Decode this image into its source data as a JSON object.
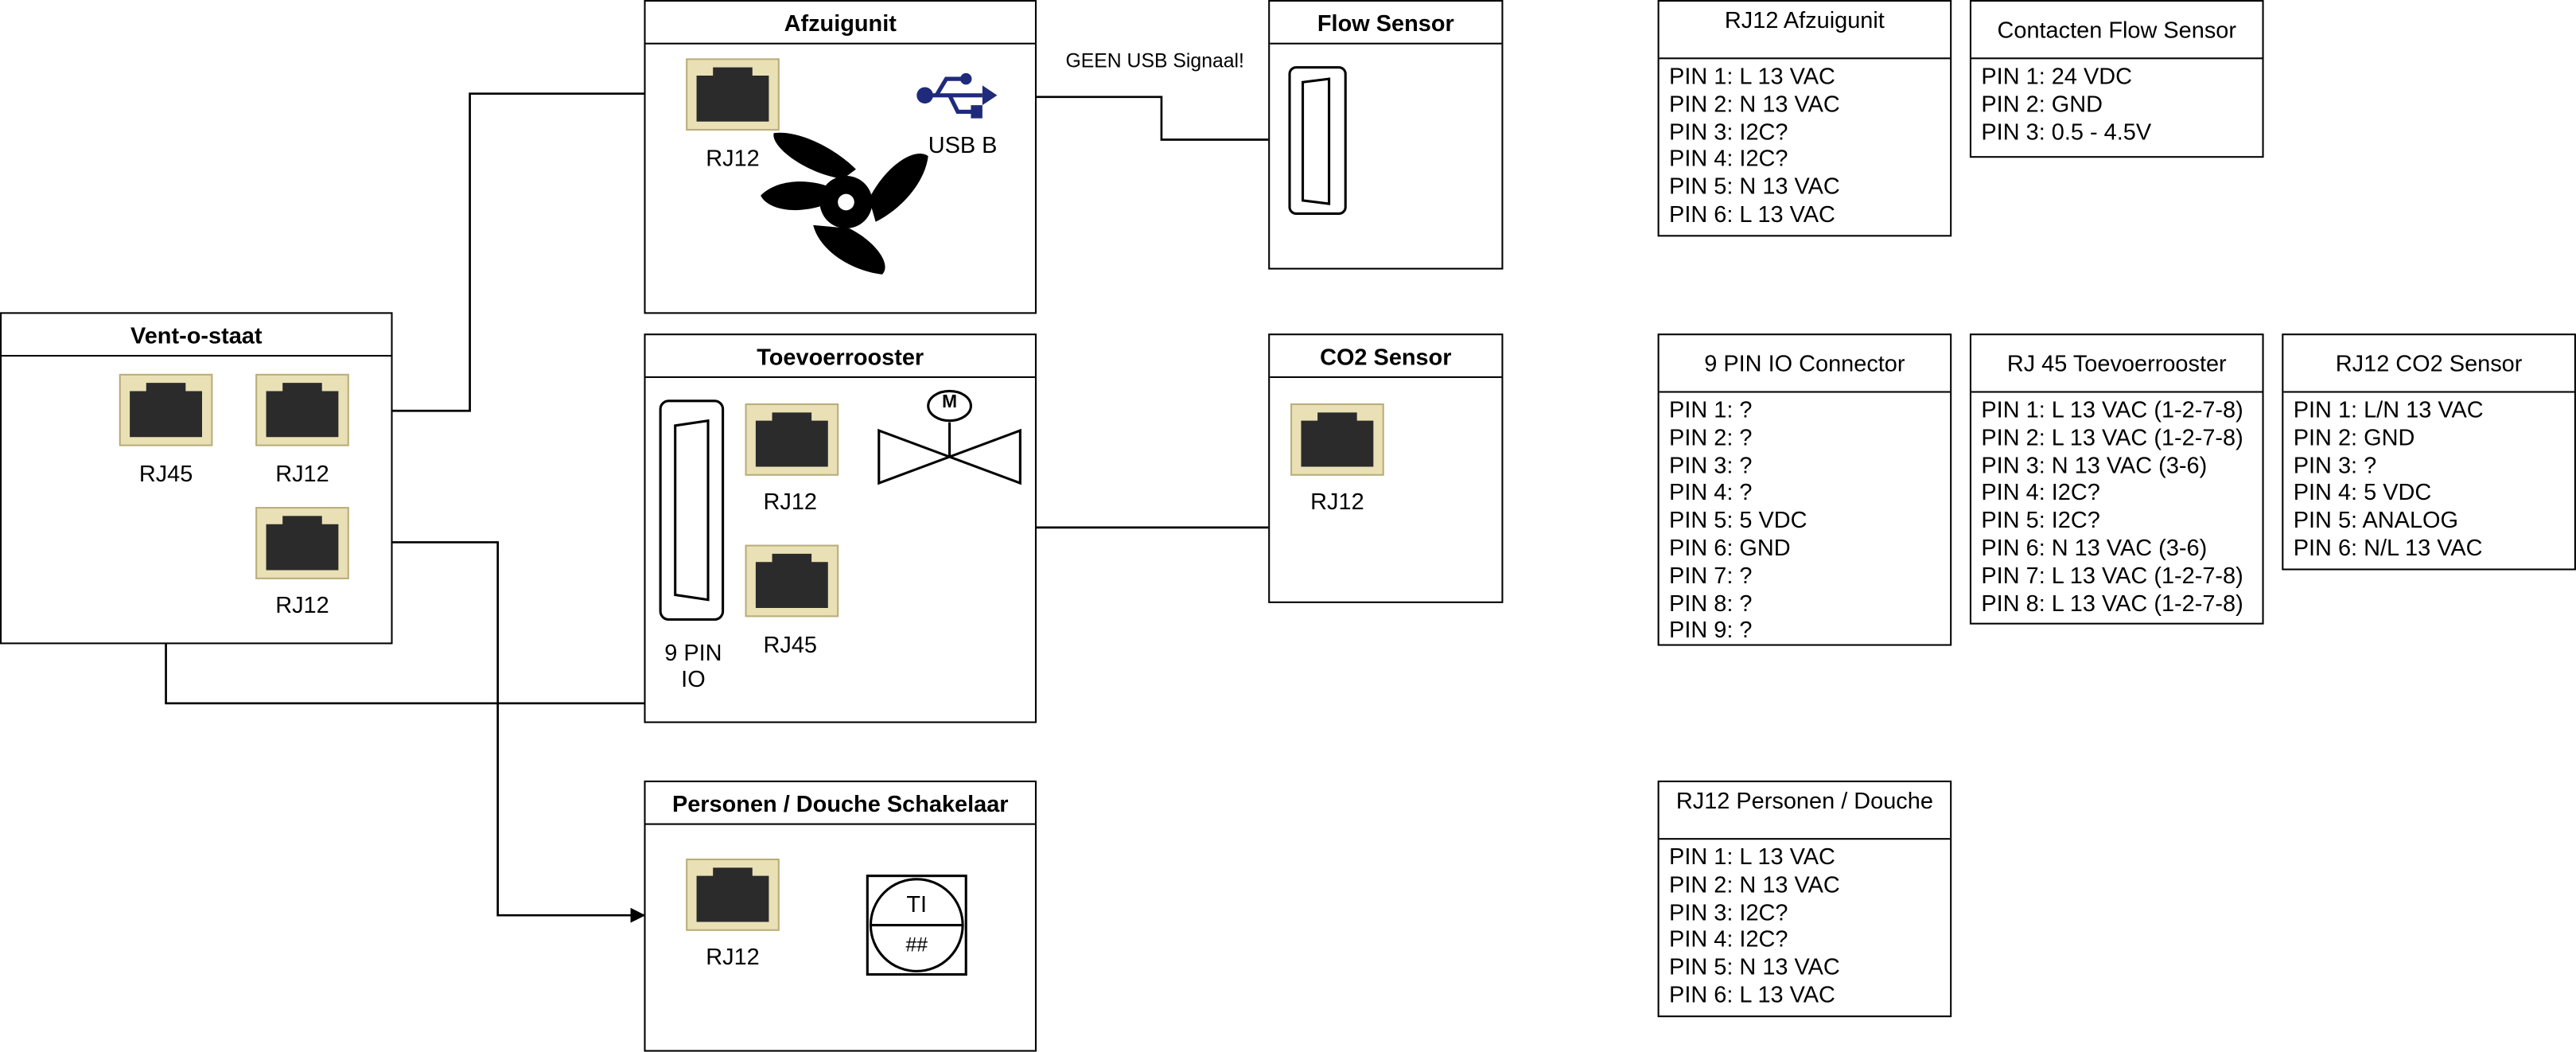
{
  "components": {
    "vent": {
      "title": "Vent-o-staat",
      "rj45": "RJ45",
      "rj12_top": "RJ12",
      "rj12_bottom": "RJ12"
    },
    "afzuig": {
      "title": "Afzuigunit",
      "rj12": "RJ12",
      "usb": "USB B"
    },
    "flow": {
      "title": "Flow Sensor"
    },
    "toevoer": {
      "title": "Toevoerrooster",
      "rj12": "RJ12",
      "rj45": "RJ45",
      "io_line1": "9 PIN",
      "io_line2": "IO",
      "motor": "M"
    },
    "co2": {
      "title": "CO2 Sensor",
      "rj12": "RJ12"
    },
    "personen": {
      "title": "Personen / Douche Schakelaar",
      "rj12": "RJ12",
      "switch_top": "TI",
      "switch_bottom": "##"
    }
  },
  "annotations": {
    "usb_note": "GEEN USB Signaal!"
  },
  "tables": [
    {
      "id": "rj12-afzuigunit",
      "title": "RJ12 Afzuigunit",
      "rows": [
        "PIN 1: L 13 VAC",
        "PIN 2: N 13 VAC",
        "PIN 3: I2C?",
        "PIN 4: I2C?",
        "PIN 5: N 13 VAC",
        "PIN 6: L 13 VAC"
      ]
    },
    {
      "id": "contacten-flow-sensor",
      "title": "Contacten Flow Sensor",
      "rows": [
        "PIN 1: 24 VDC",
        "PIN 2: GND",
        "PIN 3: 0.5 - 4.5V"
      ]
    },
    {
      "id": "9-pin-io-connector",
      "title": "9 PIN IO Connector",
      "rows": [
        "PIN 1: ?",
        "PIN 2: ?",
        "PIN 3: ?",
        "PIN 4: ?",
        "PIN 5: 5 VDC",
        "PIN 6: GND",
        "PIN 7: ?",
        "PIN 8: ?",
        "PIN 9: ?"
      ]
    },
    {
      "id": "rj45-toevoerrooster",
      "title": "RJ 45 Toevoerrooster",
      "rows": [
        "PIN 1: L 13 VAC (1-2-7-8)",
        "PIN 2: L 13 VAC (1-2-7-8)",
        "PIN 3: N 13 VAC (3-6)",
        "PIN 4: I2C?",
        "PIN 5: I2C?",
        "PIN 6: N 13 VAC (3-6)",
        "PIN 7: L 13 VAC (1-2-7-8)",
        "PIN 8: L 13 VAC (1-2-7-8)"
      ]
    },
    {
      "id": "rj12-co2-sensor",
      "title": "RJ12 CO2 Sensor",
      "rows": [
        "PIN 1: L/N 13 VAC",
        "PIN 2: GND",
        "PIN 3: ?",
        "PIN 4: 5 VDC",
        "PIN 5: ANALOG",
        "PIN 6: N/L 13 VAC"
      ]
    },
    {
      "id": "rj12-personen-douche",
      "title": "RJ12 Personen / Douche",
      "rows": [
        "PIN 1: L 13 VAC",
        "PIN 2: N 13 VAC",
        "PIN 3: I2C?",
        "PIN 4: I2C?",
        "PIN 5: N 13 VAC",
        "PIN 6: L 13 VAC"
      ]
    }
  ],
  "colors": {
    "port_frame": "#e9e1b5",
    "port_body": "#2b2b2b",
    "usb": "#1f2b7a"
  }
}
